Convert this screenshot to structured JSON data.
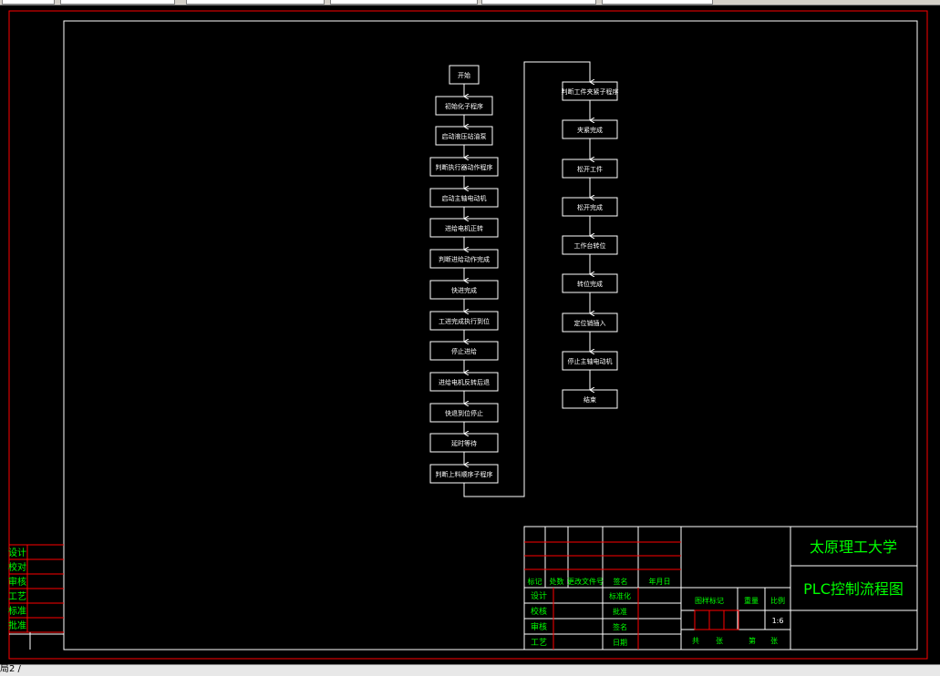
{
  "colors": {
    "background": "#000000",
    "frame_outer": "#ff0000",
    "frame_inner": "#ffffff",
    "flow_lines": "#ffffff",
    "title_text": "#00ff00",
    "table_red": "#ff0000"
  },
  "status_bar": {
    "text": "局2 /"
  },
  "flowchart": {
    "left_column": [
      "开始",
      "初始化子程序",
      "启动液压站油泵",
      "判断执行器动作程序",
      "启动主轴电动机",
      "进给电机正转",
      "判断进给动作完成",
      "快进完成",
      "工进完成执行到位",
      "停止进给",
      "进给电机反转后退",
      "快退到位停止",
      "延时等待",
      "判断上料顺序子程序"
    ],
    "right_column": [
      "判断工件夹紧子程序",
      "夹紧完成",
      "松开工件",
      "松开完成",
      "工作台转位",
      "转位完成",
      "定位销插入",
      "停止主轴电动机",
      "结束"
    ]
  },
  "title_block": {
    "university": "太原理工大学",
    "drawing_title": "PLC控制流程图",
    "header_row": [
      "标记",
      "处数",
      "更改文件号",
      "签名",
      "年月日"
    ],
    "left_labels": [
      "设计",
      "校核",
      "审核",
      "工艺"
    ],
    "mid_labels": [
      "标准化",
      "批准",
      "签名",
      "日期"
    ],
    "stage_headers": [
      "图样标记",
      "重量",
      "比例"
    ],
    "scale": "1:6",
    "sheet_footer": [
      "共",
      "张",
      "第",
      "张"
    ]
  },
  "side_table": {
    "labels": [
      "设计",
      "校对",
      "审核",
      "工艺",
      "标准",
      "批准"
    ]
  }
}
